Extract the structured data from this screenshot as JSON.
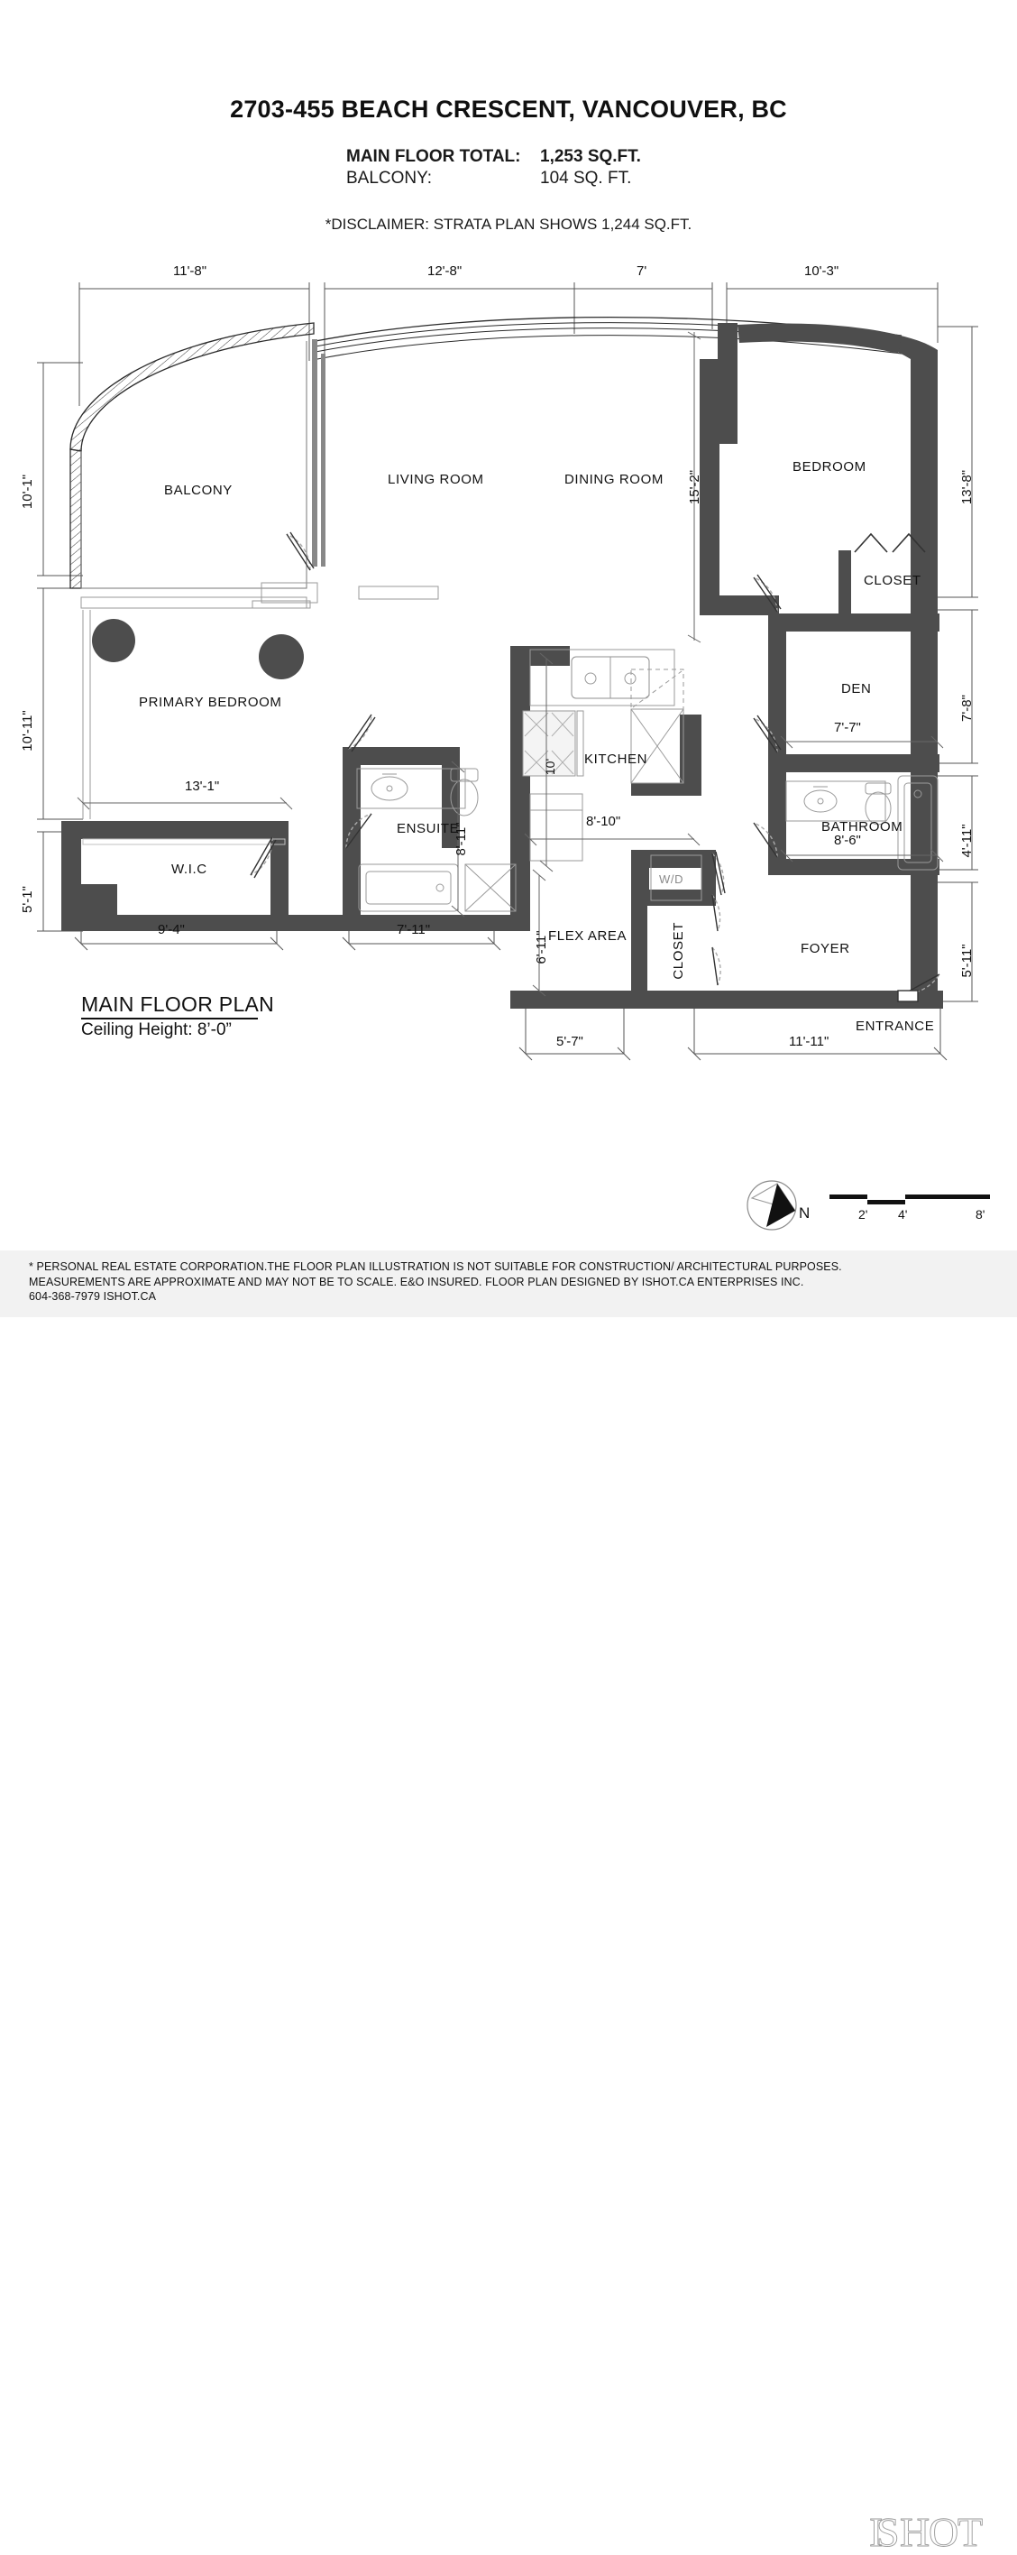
{
  "header": {
    "title": "2703-455 BEACH CRESCENT, VANCOUVER, BC",
    "main_floor_label": "MAIN FLOOR TOTAL:",
    "main_floor_value": "1,253 SQ.FT.",
    "balcony_label": "BALCONY:",
    "balcony_value": "104 SQ. FT.",
    "disclaimer": "*DISCLAIMER: STRATA PLAN SHOWS 1,244 SQ.FT."
  },
  "caption": {
    "plan_name": "MAIN FLOOR PLAN",
    "ceiling_height": "Ceiling Height: 8’-0”"
  },
  "rooms": [
    {
      "name": "balcony",
      "label": "BALCONY"
    },
    {
      "name": "living-room",
      "label": "LIVING ROOM"
    },
    {
      "name": "dining-room",
      "label": "DINING ROOM"
    },
    {
      "name": "bedroom",
      "label": "BEDROOM"
    },
    {
      "name": "closet-bedroom",
      "label": "CLOSET"
    },
    {
      "name": "den",
      "label": "DEN"
    },
    {
      "name": "bathroom",
      "label": "BATHROOM"
    },
    {
      "name": "primary-bedroom",
      "label": "PRIMARY BEDROOM"
    },
    {
      "name": "wic",
      "label": "W.I.C"
    },
    {
      "name": "ensuite",
      "label": "ENSUITE"
    },
    {
      "name": "kitchen",
      "label": "KITCHEN"
    },
    {
      "name": "washer-dryer",
      "label": "W/D"
    },
    {
      "name": "flex-area",
      "label": "FLEX AREA"
    },
    {
      "name": "closet-foyer",
      "label": "CLOSET"
    },
    {
      "name": "foyer",
      "label": "FOYER"
    },
    {
      "name": "entrance",
      "label": "ENTRANCE"
    }
  ],
  "dimensions": {
    "top": [
      "11'-8\"",
      "12'-8\"",
      "7'",
      "10'-3\""
    ],
    "left": [
      "10'-1\"",
      "10'-11\"",
      "5'-1\""
    ],
    "right": [
      "13'-8\"",
      "7'-8\"",
      "4'-11\"",
      "5'-11\""
    ],
    "bottom": [
      "9'-4\"",
      "7'-11\"",
      "5'-7\"",
      "11'-11\""
    ],
    "interior": {
      "living_dining_depth": "15'-2\"",
      "primary_bedroom_width": "13'-1\"",
      "ensuite_width": "8'-11\"",
      "kitchen_height": "10'",
      "kitchen_width": "8'-10\"",
      "flex_area_height": "6'-11\"",
      "den_width": "7'-7\"",
      "bathroom_width": "8'-6\""
    }
  },
  "compass": {
    "north_label": "N"
  },
  "scale": {
    "ticks": [
      "2'",
      "4'",
      "8'"
    ]
  },
  "footer": {
    "line1": "* PERSONAL REAL ESTATE CORPORATION.THE FLOOR PLAN ILLUSTRATION IS NOT SUITABLE FOR CONSTRUCTION/ ARCHITECTURAL PURPOSES.",
    "line2": "MEASUREMENTS ARE APPROXIMATE AND MAY NOT BE TO SCALE. E&O INSURED. FLOOR PLAN DESIGNED BY ISHOT.CA ENTERPRISES INC.",
    "line3": "604-368-7979  ISHOT.CA",
    "logo_text": "ISHOT"
  },
  "colors": {
    "wall": "#4d4d4d",
    "line": "#1a1a1a",
    "dim_line": "#555555",
    "footer_bg": "#f2f2f2"
  }
}
